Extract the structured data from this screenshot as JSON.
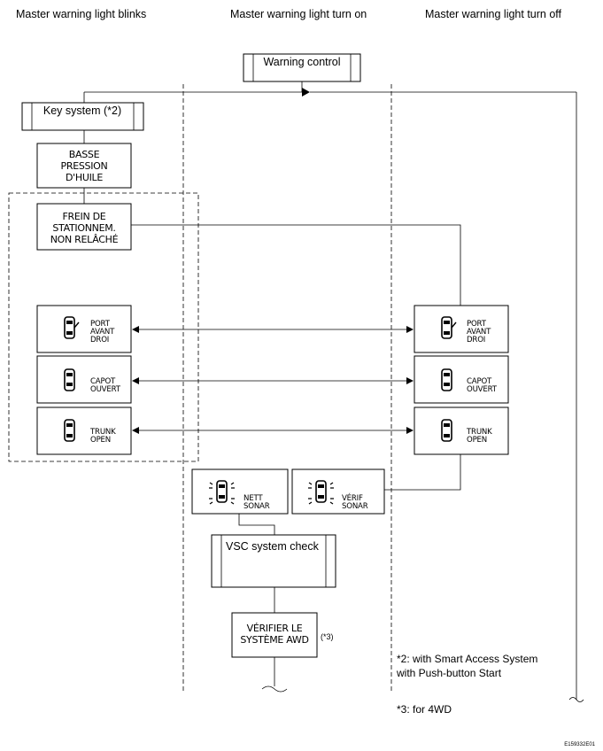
{
  "headers": {
    "blinks": "Master warning light blinks",
    "turn_on": "Master warning light turn on",
    "turn_off": "Master warning light turn off"
  },
  "boxes": {
    "warning_control": "Warning control",
    "key_system": "Key system (*2)",
    "basse_pression": [
      "BASSE",
      "PRESSION",
      "D'HUILE"
    ],
    "frein": [
      "FREIN DE",
      "STATIONNEM.",
      "NON RELÂCHÉ"
    ],
    "port_left": [
      "PORT",
      "AVANT",
      "DROI"
    ],
    "capot_left": [
      "CAPOT",
      "OUVERT"
    ],
    "trunk_left": [
      "TRUNK",
      "OPEN"
    ],
    "port_right": [
      "PORT",
      "AVANT",
      "DROI"
    ],
    "capot_right": [
      "CAPOT",
      "OUVERT"
    ],
    "trunk_right": [
      "TRUNK",
      "OPEN"
    ],
    "nett_sonar": [
      "NETT",
      "SONAR"
    ],
    "verif_sonar": [
      "VÉRIF",
      "SONAR"
    ],
    "vsc_check": "VSC system check",
    "verifier_awd": [
      "VÉRIFIER LE",
      "SYSTÈME AWD"
    ]
  },
  "annotations": {
    "awd_ref": "(*3)",
    "note2_line1": "*2: with Smart Access System",
    "note2_line2": "with Push-button Start",
    "note3": "*3: for 4WD",
    "code": "E159332E01"
  },
  "icons": {
    "car_door": "car-door-open-icon",
    "car_hood": "car-hood-open-icon",
    "car_trunk": "car-trunk-open-icon",
    "sonar": "car-sonar-icon"
  }
}
